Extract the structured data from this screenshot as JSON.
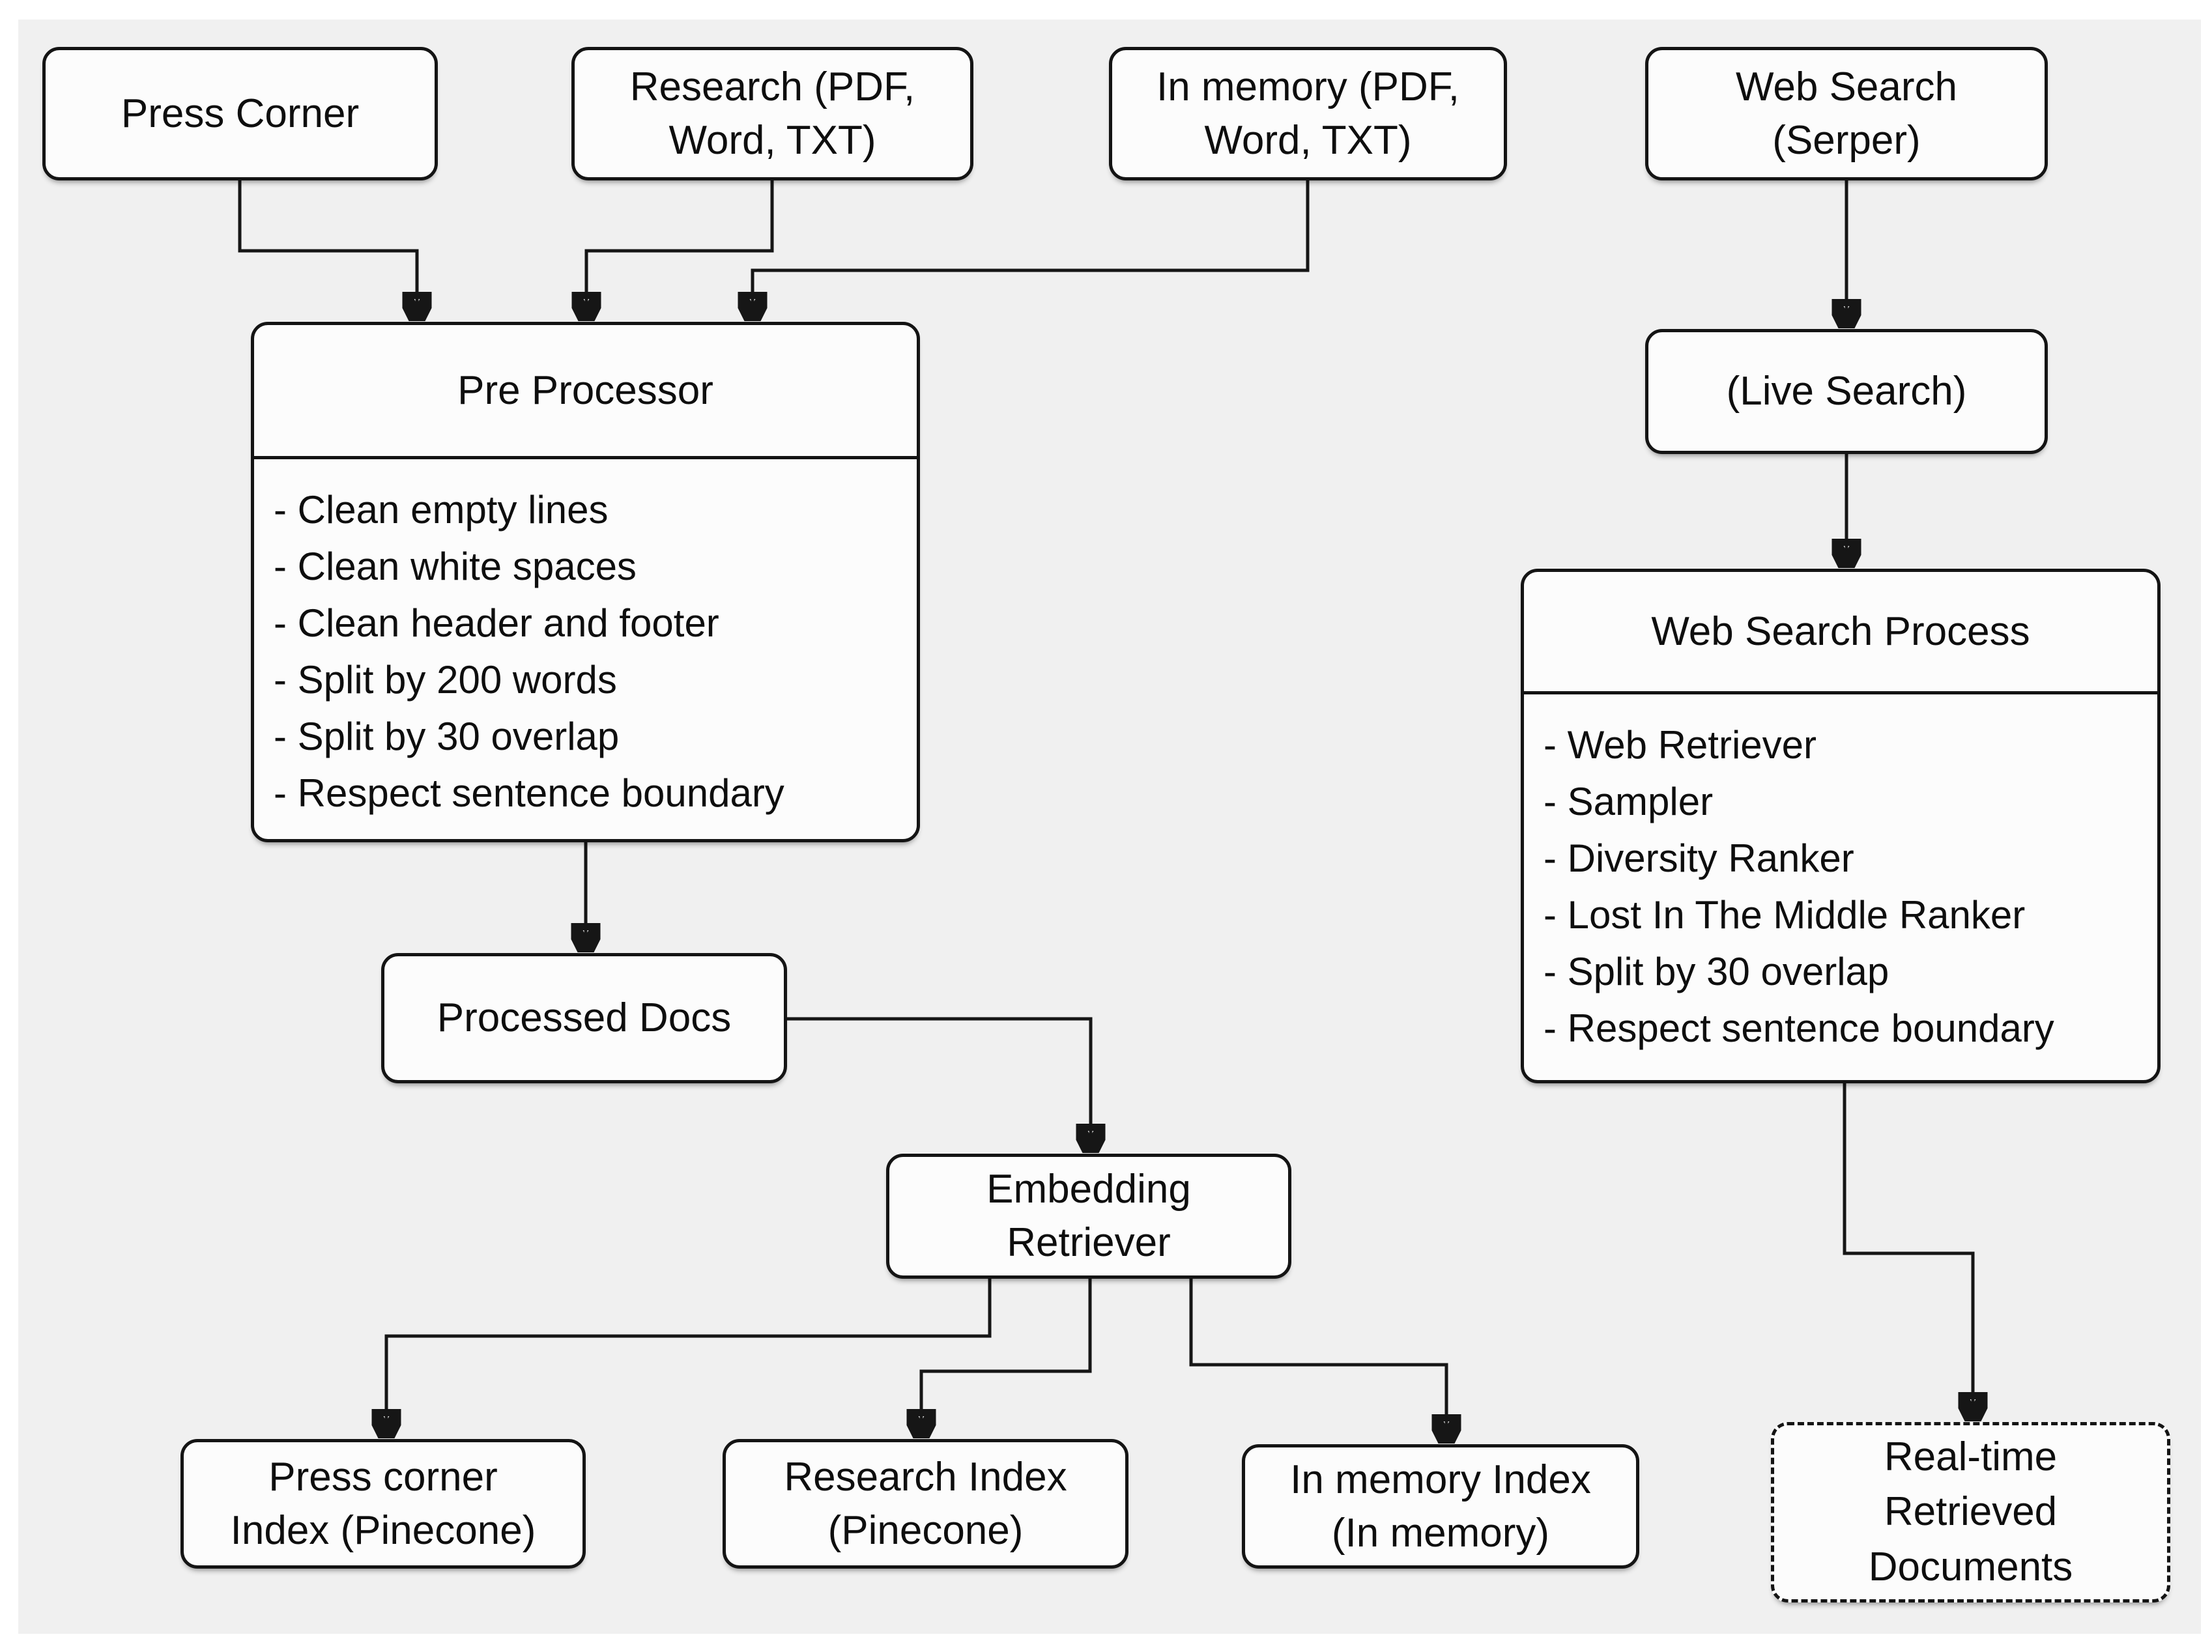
{
  "colors": {
    "page_bg": "#ffffff",
    "canvas_bg": "#f0f0f0",
    "node_fill": "#fcfcfc",
    "line": "#161616",
    "text": "#0e0e0e"
  },
  "nodes": {
    "press_corner": {
      "label": "Press Corner"
    },
    "research": {
      "label": "Research (PDF,\nWord, TXT)"
    },
    "in_memory": {
      "label": "In memory (PDF,\nWord, TXT)"
    },
    "web_search": {
      "label": "Web Search\n(Serper)"
    },
    "pre_processor": {
      "title": "Pre Processor",
      "items": [
        "- Clean empty lines",
        "- Clean white spaces",
        "- Clean header and footer",
        "- Split by 200 words",
        "- Split by 30 overlap",
        "- Respect sentence boundary"
      ]
    },
    "live_search": {
      "label": "(Live Search)"
    },
    "web_search_process": {
      "title": "Web Search Process",
      "items": [
        "- Web Retriever",
        "- Sampler",
        "- Diversity Ranker",
        "- Lost In The Middle Ranker",
        "- Split by 30 overlap",
        "- Respect sentence boundary"
      ]
    },
    "processed_docs": {
      "label": "Processed Docs"
    },
    "embedding_retriever": {
      "label": "Embedding\nRetriever"
    },
    "press_corner_index": {
      "label": "Press corner\nIndex (Pinecone)"
    },
    "research_index": {
      "label": "Research Index\n(Pinecone)"
    },
    "in_memory_index": {
      "label": "In memory Index\n(In memory)"
    },
    "real_time_docs": {
      "label": "Real-time\nRetrieved\nDocuments"
    }
  }
}
